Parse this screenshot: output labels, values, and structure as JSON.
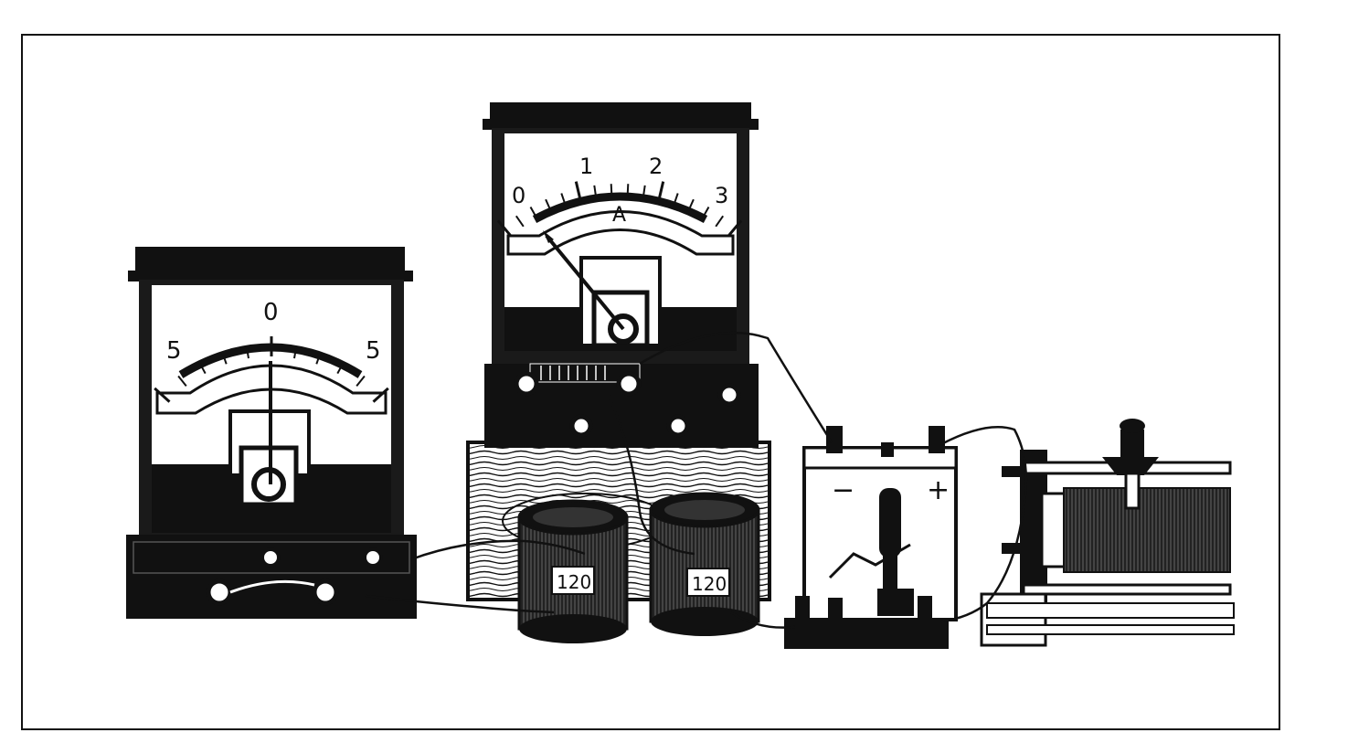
{
  "galvanometer": {
    "scale_labels": [
      "5",
      "0",
      "5"
    ],
    "needle_value": 0
  },
  "ammeter": {
    "scale_labels": [
      "0",
      "1",
      "2",
      "3"
    ],
    "unit": "A",
    "needle_value": 0
  },
  "coils": {
    "left_label": "120",
    "right_label": "120"
  },
  "switch_box": {
    "minus": "−",
    "plus": "+"
  }
}
